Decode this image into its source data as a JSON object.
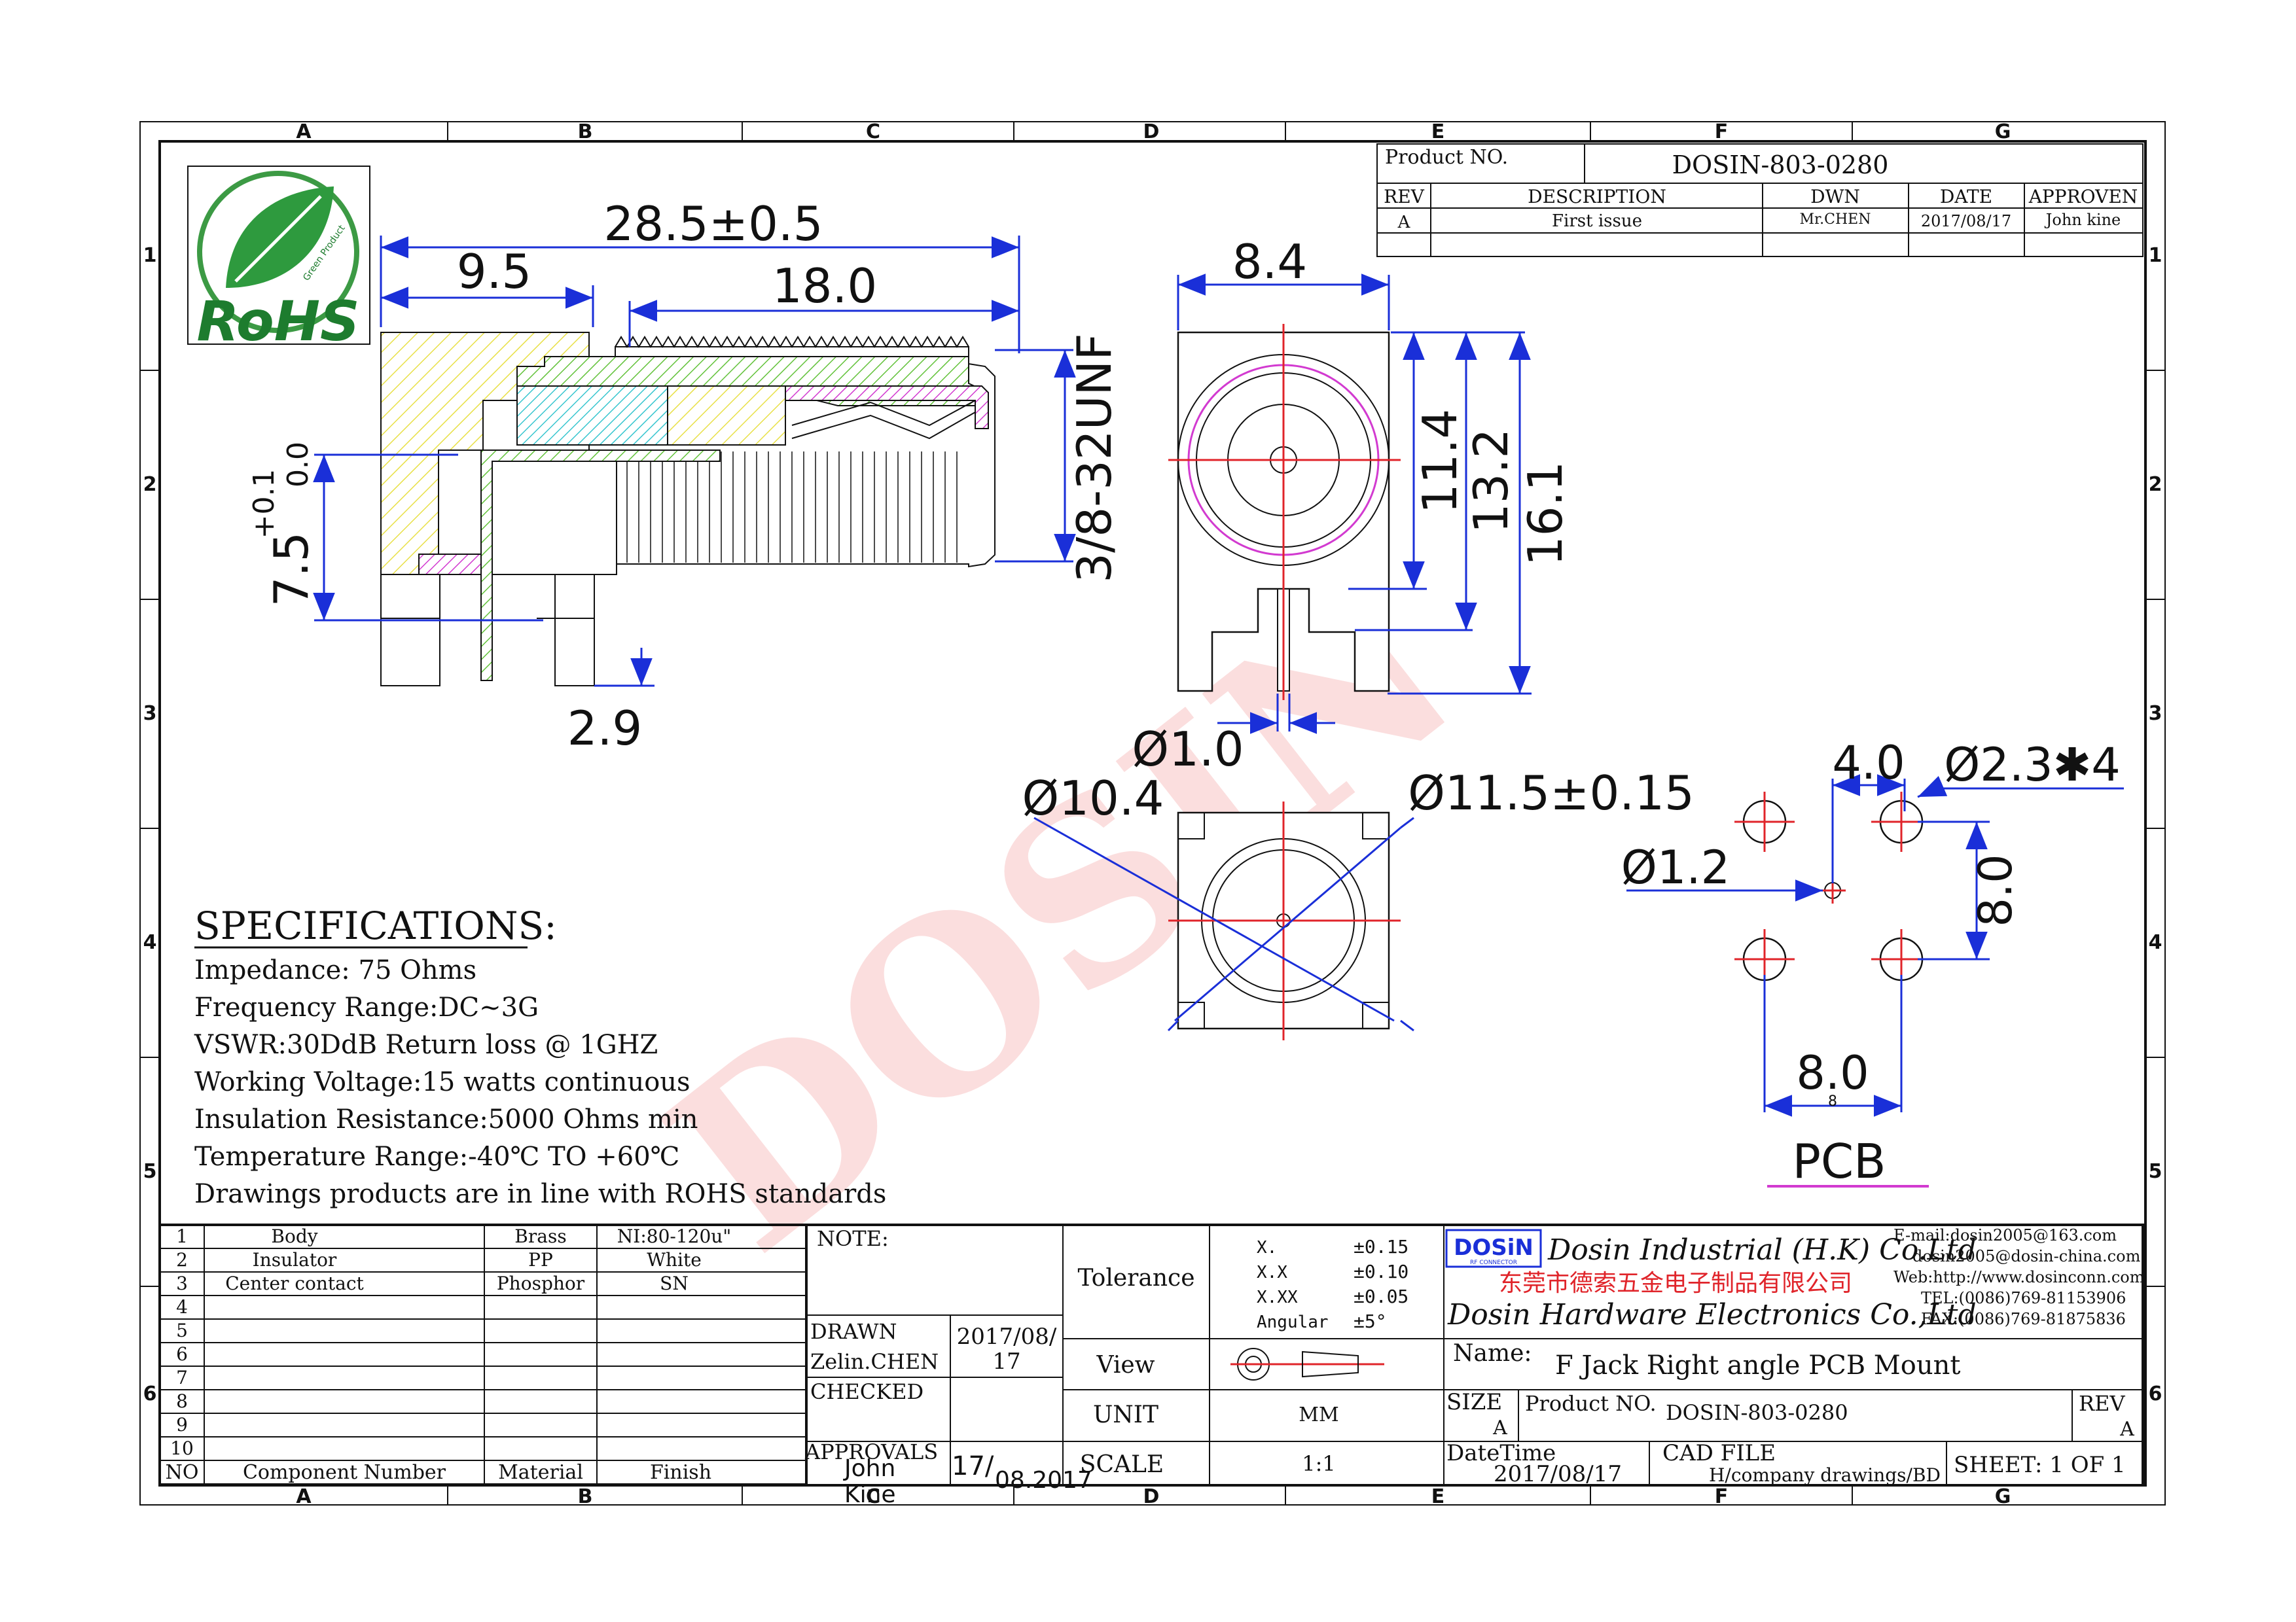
{
  "border": {
    "columns": [
      "A",
      "B",
      "C",
      "D",
      "E",
      "F",
      "G"
    ],
    "rows": [
      "1",
      "2",
      "3",
      "4",
      "5",
      "6"
    ]
  },
  "logo": {
    "text": "RoHS",
    "sub": "Green Product"
  },
  "watermark": "DOSIN",
  "header": {
    "product_no_label": "Product NO.",
    "product_no": "DOSIN-803-0280",
    "cols": [
      "REV",
      "DESCRIPTION",
      "DWN",
      "DATE",
      "APPROVEN"
    ],
    "row": [
      "A",
      "First issue",
      "Mr.CHEN",
      "2017/08/17",
      "John kine"
    ]
  },
  "dims": {
    "overall_len": "28.5±0.5",
    "d95": "9.5",
    "d180": "18.0",
    "thread": "3/8-32UNF",
    "d75": "7.5",
    "tol_plus": "+0.1",
    "tol_zero": "0.0",
    "d29": "2.9",
    "d84": "8.4",
    "d114": "11.4",
    "d132": "13.2",
    "d161": "16.1",
    "phi10": "Ø1.0",
    "phi104": "Ø10.4",
    "phi115": "Ø11.5±0.15",
    "pcb_40": "4.0",
    "pcb_phi23": "Ø2.3✱4",
    "pcb_phi12": "Ø1.2",
    "pcb_80v": "8.0",
    "pcb_80h": "8.0",
    "pcb_8": "8",
    "pcb_label": "PCB"
  },
  "specs": {
    "title": "SPECIFICATIONS:",
    "lines": [
      "Impedance: 75 Ohms",
      "Frequency Range:DC~3G",
      "VSWR:30DdB Return loss @ 1GHZ",
      "Working Voltage:15 watts continuous",
      "Insulation Resistance:5000 Ohms min",
      "Temperature Range:-40℃ TO +60℃",
      "Drawings products are in line with ROHS standards"
    ]
  },
  "bom": {
    "rows": [
      {
        "no": "1",
        "name": "Body",
        "material": "Brass",
        "finish": "NI:80-120u\""
      },
      {
        "no": "2",
        "name": "Insulator",
        "material": "PP",
        "finish": "White"
      },
      {
        "no": "3",
        "name": "Center contact",
        "material": "Phosphor",
        "finish": "SN"
      },
      {
        "no": "4",
        "name": "",
        "material": "",
        "finish": ""
      },
      {
        "no": "5",
        "name": "",
        "material": "",
        "finish": ""
      },
      {
        "no": "6",
        "name": "",
        "material": "",
        "finish": ""
      },
      {
        "no": "7",
        "name": "",
        "material": "",
        "finish": ""
      },
      {
        "no": "8",
        "name": "",
        "material": "",
        "finish": ""
      },
      {
        "no": "9",
        "name": "",
        "material": "",
        "finish": ""
      },
      {
        "no": "10",
        "name": "",
        "material": "",
        "finish": ""
      }
    ],
    "header": {
      "no": "NO",
      "name": "Component Number",
      "material": "Material",
      "finish": "Finish"
    }
  },
  "titleblock": {
    "note": "NOTE:",
    "drawn_label": "DRAWN",
    "drawn_name": "Zelin.CHEN",
    "drawn_date_a": "2017/08/",
    "drawn_date_b": "17",
    "checked": "CHECKED",
    "approvals": "APPROVALS",
    "approver_a": "John",
    "approver_b": "Kine",
    "approval_date_a": "17/",
    "approval_date_b": "08.2017",
    "tolerance": "Tolerance",
    "view": "View",
    "unit": "UNIT",
    "unit_val": "MM",
    "scale": "SCALE",
    "scale_val": "1:1",
    "tol_rows": [
      {
        "k": "X.",
        "v": "±0.15"
      },
      {
        "k": "X.X",
        "v": "±0.10"
      },
      {
        "k": "X.XX",
        "v": "±0.05"
      },
      {
        "k": "Angular",
        "v": "±5°"
      }
    ],
    "company_logo": "DOSiN",
    "company_logo_sub": "RF CONNECTOR",
    "company_en": "Dosin Industrial (H.K) Co.Ltd",
    "company_cn": "东莞市德索五金电子制品有限公司",
    "company_en2": "Dosin Hardware Electronics Co.,Ltd",
    "email": "E-mail:dosin2005@163.com",
    "email2": "dosin2005@dosin-china.com",
    "web": "Web:http://www.dosinconn.com",
    "tel": "TEL:(0086)769-81153906",
    "fax": "FAX:(0086)769-81875836",
    "name_label": "Name:",
    "name_val": "F Jack Right angle PCB Mount",
    "size_label": "SIZE",
    "size_val": "A",
    "pn_label": "Product NO.",
    "pn_val": "DOSIN-803-0280",
    "rev_label": "REV",
    "rev_val": "A",
    "datetime_label": "DateTime",
    "datetime_val": "2017/08/17",
    "cad_label": "CAD FILE",
    "cad_val": "H/company drawings/BD",
    "sheet": "SHEET: 1 OF 1"
  },
  "colors": {
    "dim_blue": "#1a2fd8",
    "center_red": "#e0242a",
    "hatch_yellow": "#e8e046",
    "hatch_green": "#62c23a",
    "hatch_cyan": "#38c6cf",
    "hatch_magenta": "#d23ad0",
    "watermark": "#f5b5b5"
  }
}
